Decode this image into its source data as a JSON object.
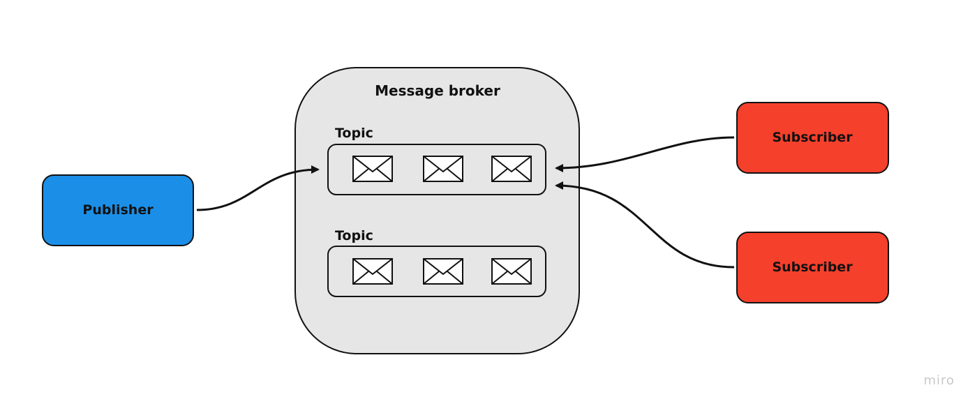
{
  "colors": {
    "publisher_fill": "#1b8fe8",
    "subscriber_fill": "#f5402c",
    "broker_fill": "#e6e6e6",
    "stroke": "#111111"
  },
  "publisher": {
    "label": "Publisher"
  },
  "broker": {
    "title": "Message broker",
    "topics": [
      {
        "label": "Topic",
        "messages": [
          "envelope-icon",
          "envelope-icon",
          "envelope-icon"
        ]
      },
      {
        "label": "Topic",
        "messages": [
          "envelope-icon",
          "envelope-icon",
          "envelope-icon"
        ]
      }
    ]
  },
  "subscribers": [
    {
      "label": "Subscriber"
    },
    {
      "label": "Subscriber"
    }
  ],
  "watermark": {
    "text": "miro"
  }
}
